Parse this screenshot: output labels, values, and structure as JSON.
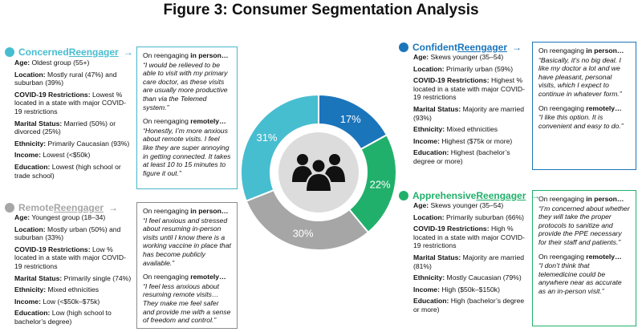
{
  "title": "Figure 3: Consumer Segmentation Analysis",
  "colors": {
    "concerned": "#47bdd0",
    "remote": "#a6a6a6",
    "confident": "#1b75bb",
    "apprehensive": "#21b06b"
  },
  "chart_data": {
    "type": "pie",
    "slices": [
      {
        "name": "Confident Reengager",
        "value": 17,
        "label": "17%",
        "color": "#1b75bb"
      },
      {
        "name": "Apprehensive Reengager",
        "value": 22,
        "label": "22%",
        "color": "#21b06b"
      },
      {
        "name": "Remote Reengager",
        "value": 30,
        "label": "30%",
        "color": "#a6a6a6"
      },
      {
        "name": "Concerned Reengager",
        "value": 31,
        "label": "31%",
        "color": "#47bdd0"
      }
    ],
    "center_icon": "group-of-people-icon"
  },
  "segments": {
    "concerned": {
      "name_a": "Concerned ",
      "name_b": "Reengager",
      "arrow": "→",
      "attrs": [
        {
          "k": "Age:",
          "v": " Oldest group (55+)"
        },
        {
          "k": "Location:",
          "v": " Mostly rural (47%) and suburban (39%)"
        },
        {
          "k": "COVID-19 Restrictions:",
          "v": " Lowest % located in a state with major COVID-19 restrictions"
        },
        {
          "k": "Marital Status:",
          "v": " Married (50%) or divorced (25%)"
        },
        {
          "k": "Ethnicity:",
          "v": " Primarily Caucasian (93%)"
        },
        {
          "k": "Income:",
          "v": " Lowest (<$50k)"
        },
        {
          "k": "Education:",
          "v": " Lowest (high school or trade school)"
        }
      ],
      "p_lead": "On reengaging ",
      "p_bold": "in person…",
      "p_quote": "“I would be relieved to be able to visit with my primary care doctor, as these visits are usually more productive than via the Telemed system.”",
      "r_lead": "On reengaging ",
      "r_bold": "remotely…",
      "r_quote": "“Honestly, I’m more anxious about remote visits. I feel like they are super annoying in getting connected. It takes at least 10 to 15 minutes to figure it out.”"
    },
    "remote": {
      "name_a": "Remote ",
      "name_b": "Reengager",
      "arrow": "→",
      "attrs": [
        {
          "k": "Age:",
          "v": " Youngest group (18–34)"
        },
        {
          "k": "Location:",
          "v": " Mostly urban (50%) and suburban (33%)"
        },
        {
          "k": "COVID-19 Restrictions:",
          "v": " Low % located in a state with major COVID-19 restrictions"
        },
        {
          "k": "Marital Status:",
          "v": " Primarily single (74%)"
        },
        {
          "k": "Ethnicity:",
          "v": " Mixed ethnicities"
        },
        {
          "k": "Income:",
          "v": " Low (<$50k–$75k)"
        },
        {
          "k": "Education:",
          "v": " Low (high school to bachelor’s degree)"
        }
      ],
      "p_lead": "On reengaging ",
      "p_bold": "in person…",
      "p_quote": "“I feel anxious and stressed about resuming in-person visits until I know there is a working vaccine in place that has become publicly available.”",
      "r_lead": "On reengaging ",
      "r_bold": "remotely…",
      "r_quote": "“I feel less anxious about resuming remote visits… They make me feel safer and provide me with a sense of freedom and control.”"
    },
    "confident": {
      "name_a": "Confident ",
      "name_b": "Reengager",
      "arrow": "→",
      "attrs": [
        {
          "k": "Age:",
          "v": " Skews younger (35–54)"
        },
        {
          "k": "Location:",
          "v": " Primarily urban (59%)"
        },
        {
          "k": "COVID-19 Restrictions:",
          "v": " Highest % located in a state with major COVID-19 restrictions"
        },
        {
          "k": "Marital Status:",
          "v": " Majority are married (93%)"
        },
        {
          "k": "Ethnicity:",
          "v": " Mixed ethnicities"
        },
        {
          "k": "Income:",
          "v": " Highest ($75k or more)"
        },
        {
          "k": "Education:",
          "v": " Highest (bachelor’s degree or more)"
        }
      ],
      "p_lead": "On reengaging ",
      "p_bold": "in person…",
      "p_quote": "“Basically, it’s no big deal. I like my doctor a lot and we have pleasant, personal visits, which I expect to continue in whatever form.”",
      "r_lead": "On reengaging ",
      "r_bold": "remotely…",
      "r_quote": "“I like this option. It is convenient and easy to do.”"
    },
    "apprehensive": {
      "name_a": "Apprehensive ",
      "name_b": "Reengager",
      "arrow": "→",
      "attrs": [
        {
          "k": "Age:",
          "v": " Skews younger (35–54)"
        },
        {
          "k": "Location:",
          "v": " Primarily suburban (66%)"
        },
        {
          "k": "COVID-19 Restrictions:",
          "v": " High % located in a state with major COVID-19 restrictions"
        },
        {
          "k": "Marital Status:",
          "v": " Majority are married (81%)"
        },
        {
          "k": "Ethnicity:",
          "v": " Mostly Caucasian (79%)"
        },
        {
          "k": "Income:",
          "v": " High ($50k–$150k)"
        },
        {
          "k": "Education:",
          "v": " High (bachelor’s degree or more)"
        }
      ],
      "p_lead": "On reengaging ",
      "p_bold": "in person…",
      "p_quote": "“I’m concerned about whether they will take the proper protocols to sanitize and provide the PPE necessary for their staff and patients.”",
      "r_lead": "On reengaging ",
      "r_bold": "remotely…",
      "r_quote": "“I don’t think that telemedicine could be anywhere near as accurate as an in-person visit.”"
    }
  }
}
